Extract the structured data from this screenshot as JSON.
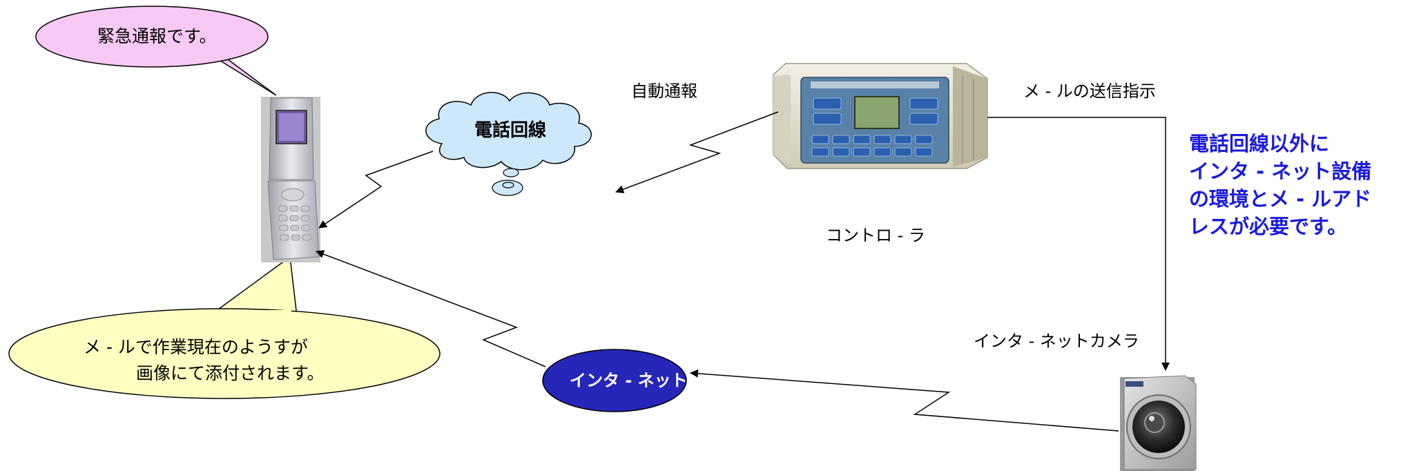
{
  "bubble_emergency": "緊急通報です。",
  "bubble_mail_line1": "メ - ルで作業現在のようすが",
  "bubble_mail_line2": "画像にて添付されます。",
  "cloud_phone": "電話回線",
  "internet_node": "インタ - ネット",
  "label_auto_report": "自動通報",
  "label_controller": "コントロ - ラ",
  "label_mail_instruction": "メ - ルの送信指示",
  "label_camera": "インタ - ネットカメラ",
  "note_lines": [
    "電話回線以外に",
    "インタ - ネット設備",
    "の環境とメ - ルアド",
    "レスが必要です。"
  ],
  "colors": {
    "pink_bubble": "#f7c9f4",
    "yellow_bubble": "#ffffc2",
    "cloud": "#cde8fb",
    "internet": "#2626b8",
    "note_text": "#1a1adb"
  },
  "icons": [
    "mobile-phone-icon",
    "controller-device-icon",
    "network-camera-icon"
  ]
}
